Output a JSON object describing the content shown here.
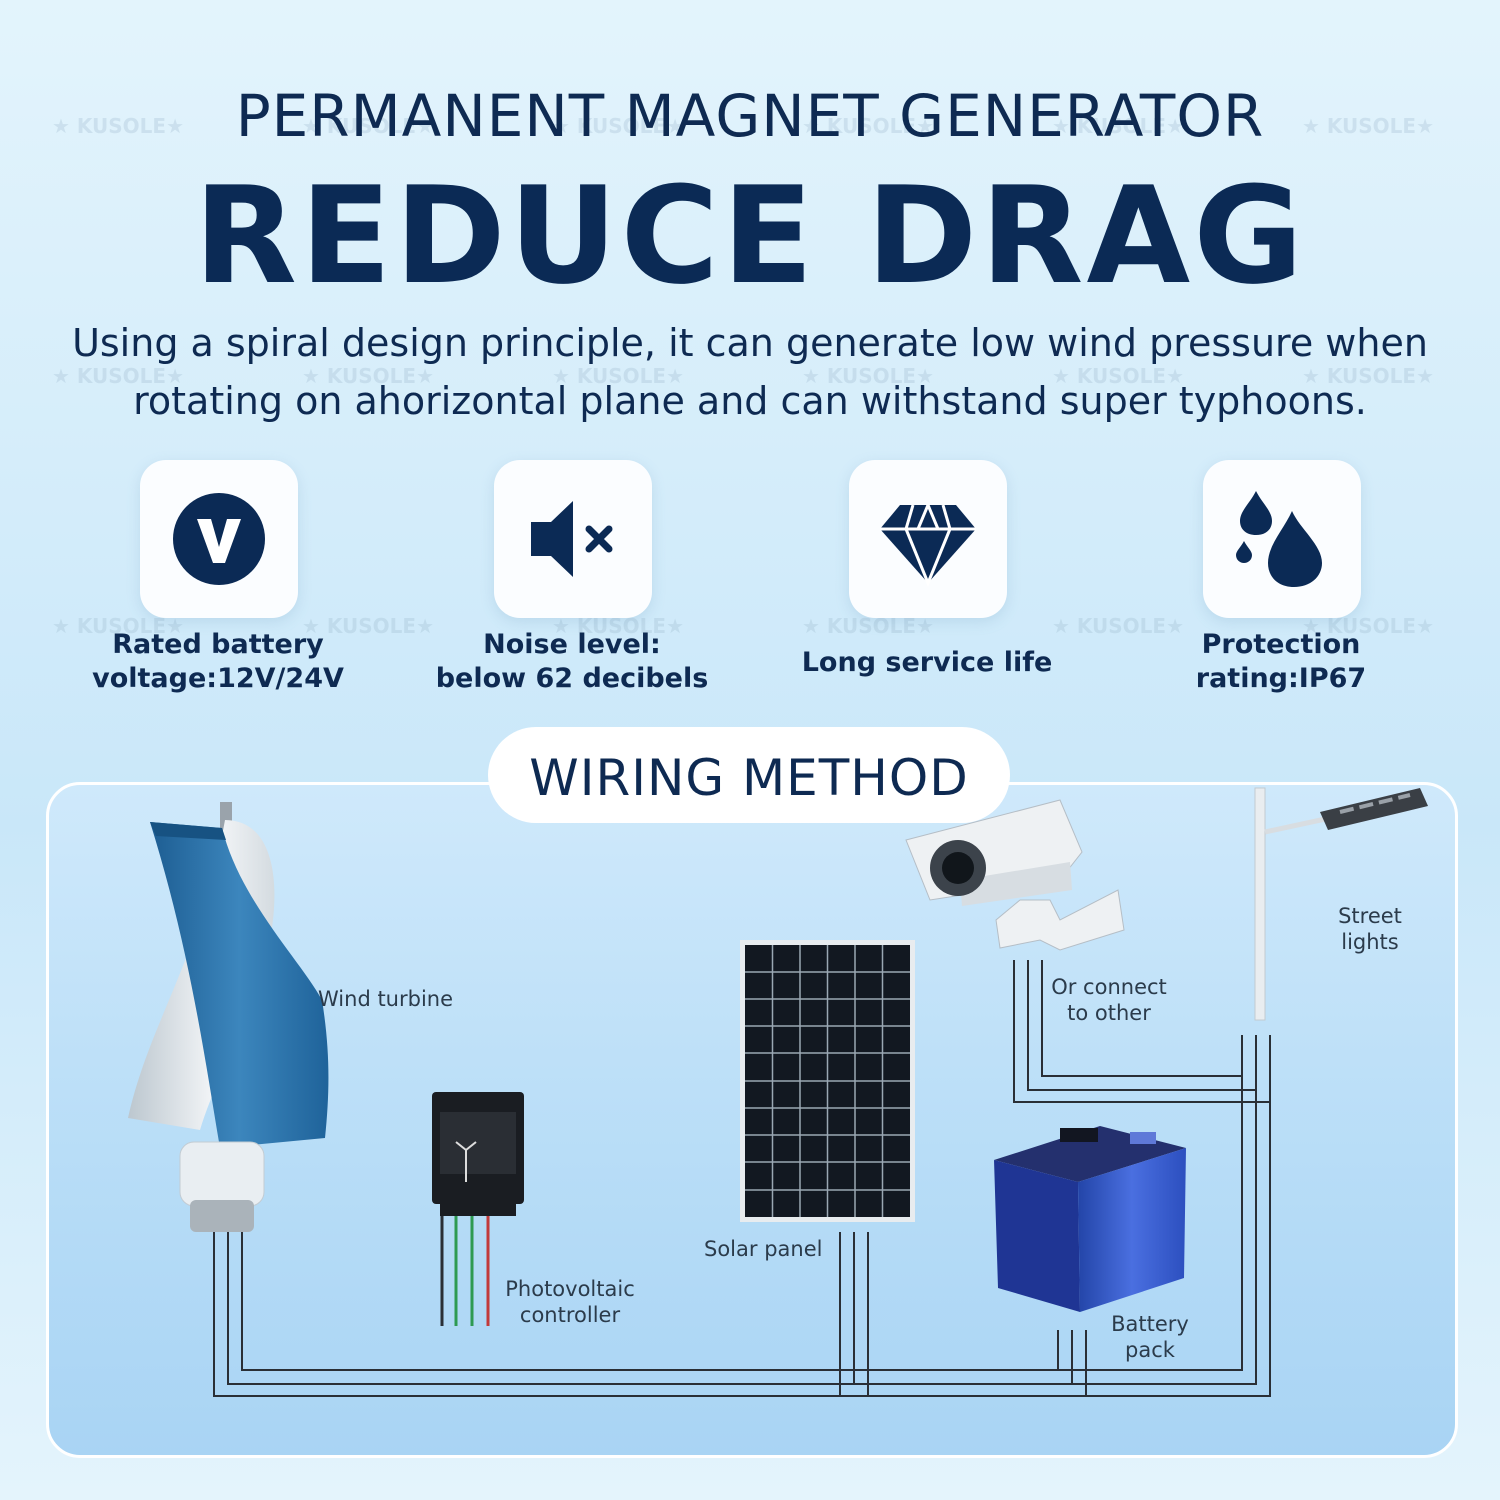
{
  "header": {
    "subtitle": "PERMANENT MAGNET GENERATOR",
    "headline": "REDUCE DRAG",
    "description_line1": "Using a spiral design principle, it can generate low wind pressure when",
    "description_line2": "rotating on ahorizontal plane and can withstand super typhoons."
  },
  "features": [
    {
      "icon": "voltage-v-icon",
      "line1": "Rated battery",
      "line2": "voltage:12V/24V"
    },
    {
      "icon": "mute-speaker-icon",
      "line1": "Noise level:",
      "line2": "below 62 decibels"
    },
    {
      "icon": "diamond-icon",
      "line1": "Long service life",
      "line2": ""
    },
    {
      "icon": "water-drops-icon",
      "line1": "Protection",
      "line2": "rating:IP67"
    }
  ],
  "wiring": {
    "title": "WIRING METHOD",
    "wind_turbine": "Wind turbine",
    "pv_controller_line1": "Photovoltaic",
    "pv_controller_line2": "controller",
    "solar_panel": "Solar panel",
    "battery_line1": "Battery",
    "battery_line2": "pack",
    "other_line1": "Or connect",
    "other_line2": "to other",
    "street_line1": "Street",
    "street_line2": "lights"
  },
  "watermark": "★ KUSOLE★",
  "colors": {
    "navy": "#0b2a55",
    "turbine_blue": "#2f74a8",
    "battery_blue": "#3a5fd0"
  }
}
